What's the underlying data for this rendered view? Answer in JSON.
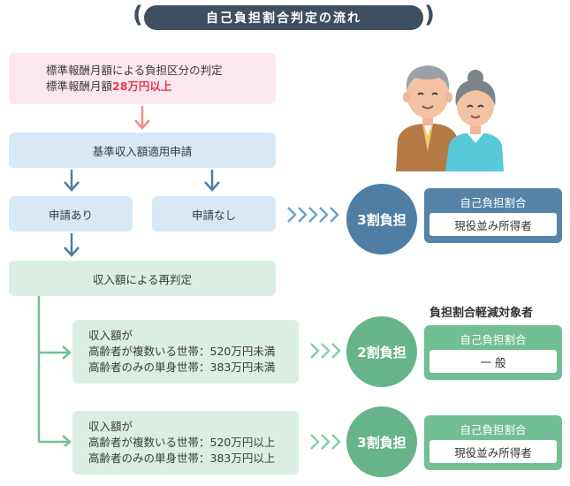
{
  "title": "自己負担割合判定の流れ",
  "start": {
    "line1": "標準報酬月額による負担区分の判定",
    "line2_prefix": "標準報酬月額",
    "line2_highlight": "28万円以上"
  },
  "apply_box": "基準収入額適用申請",
  "apply_yes": "申請あり",
  "apply_no": "申請なし",
  "rejudge": "収入額による再判定",
  "reduced_heading": "負担割合軽減対象者",
  "result_top": {
    "circle": "3割負担",
    "panel_title": "自己負担割合",
    "panel_value": "現役並み所得者"
  },
  "cond_low": {
    "line1": "収入額が",
    "line2": "高齢者が複数いる世帯：520万円未満",
    "line3": "高齢者のみの単身世帯：383万円未満"
  },
  "result_low": {
    "circle": "2割負担",
    "panel_title": "自己負担割合",
    "panel_value": "一 般"
  },
  "cond_high": {
    "line1": "収入額が",
    "line2": "高齢者が複数いる世帯：520万円以上",
    "line3": "高齢者のみの単身世帯：383万円以上"
  },
  "result_high": {
    "circle": "3割負担",
    "panel_title": "自己負担割合",
    "panel_value": "現役並み所得者"
  },
  "icons": [
    "elderly-couple-illustration",
    "chevron-right-icon",
    "arrow-down-icon",
    "arrow-right-icon"
  ],
  "colors": {
    "title_bg": "#3e4f62",
    "pink": "#fde7ee",
    "blue": "#d7e9f5",
    "green": "#dbeee3",
    "red": "#e2394a",
    "dark_blue": "#4e7ea4",
    "green_accent": "#67b38a"
  }
}
